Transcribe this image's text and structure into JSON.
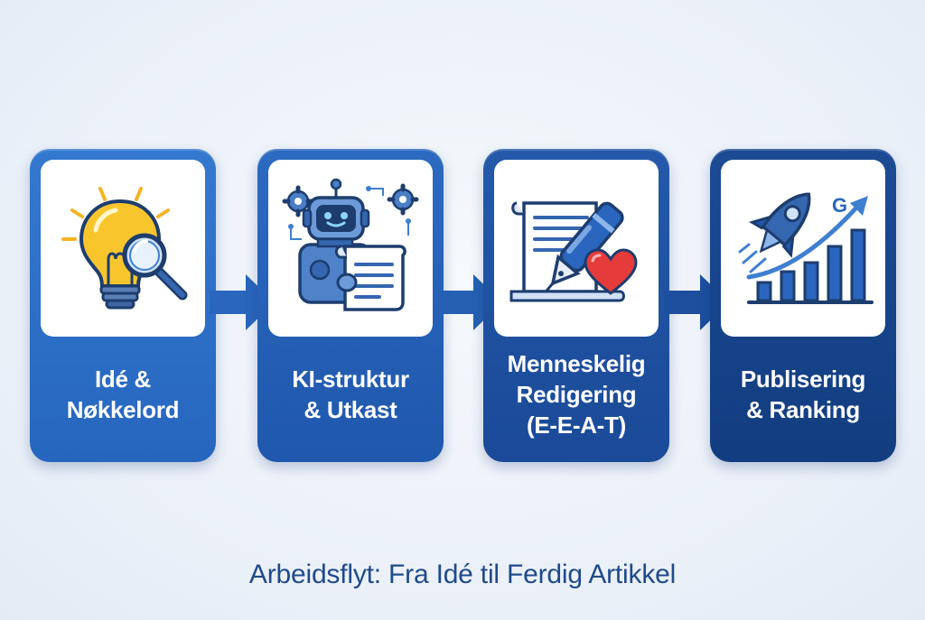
{
  "steps": [
    {
      "line1": "Idé &",
      "line2": "Nøkkelord",
      "line3": "",
      "icon": "lightbulb-magnifier-icon"
    },
    {
      "line1": "KI-struktur",
      "line2": "& Utkast",
      "line3": "",
      "icon": "robot-document-icon"
    },
    {
      "line1": "Menneskelig",
      "line2": "Redigering",
      "line3": "(E-E-A-T)",
      "icon": "pen-heart-document-icon"
    },
    {
      "line1": "Publisering",
      "line2": "& Ranking",
      "line3": "",
      "icon": "rocket-growth-chart-icon"
    }
  ],
  "footer": {
    "title": "Arbeidsflyt: Fra Idé til Ferdig Artikkel"
  },
  "colors": {
    "step1": "#2e71c8",
    "step2": "#2562b8",
    "step3": "#1f52a1",
    "step4": "#17438a",
    "footer_text": "#1f4a8a",
    "bulb_yellow": "#f9c52d",
    "background": "#eef3f9"
  }
}
